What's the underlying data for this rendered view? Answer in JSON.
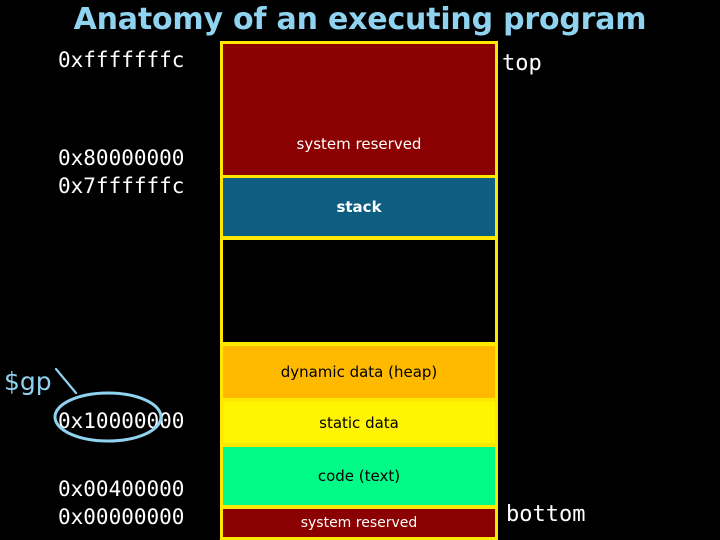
{
  "slide": {
    "title": "Anatomy of an executing program",
    "background_color": "#000000",
    "title_color": "#8FD3F0"
  },
  "edge_labels": {
    "top": "top",
    "bottom": "bottom"
  },
  "register_annotation": {
    "label": "$gp",
    "color": "#8FD3F0",
    "points_to_address": "0x10000000",
    "shape": "ellipse-with-leader-line"
  },
  "address_labels": [
    {
      "id": "fffffffc",
      "text": "0xfffffffc"
    },
    {
      "id": "80000000",
      "text": "0x80000000"
    },
    {
      "id": "7ffffffc",
      "text": "0x7ffffffc"
    },
    {
      "id": "10000000",
      "text": "0x10000000"
    },
    {
      "id": "00400000",
      "text": "0x00400000"
    },
    {
      "id": "00000000",
      "text": "0x00000000"
    }
  ],
  "memory_map": {
    "border_color": "#FFE800",
    "blocks": [
      {
        "id": "system-reserved-top",
        "label": "system reserved",
        "fill": "#8B0000",
        "text_color": "#FFFFFF"
      },
      {
        "id": "stack",
        "label": "stack",
        "fill": "#0D5E81",
        "text_color": "#FFFFFF"
      },
      {
        "id": "gap",
        "label": "",
        "fill": "#000000",
        "text_color": "#FFFFFF"
      },
      {
        "id": "heap",
        "label": "dynamic data (heap)",
        "fill": "#FFBA00",
        "text_color": "#000000"
      },
      {
        "id": "static",
        "label": "static data",
        "fill": "#FFF500",
        "text_color": "#000000"
      },
      {
        "id": "code",
        "label": "code (text)",
        "fill": "#00FB87",
        "text_color": "#000000"
      },
      {
        "id": "system-reserved-bottom",
        "label": "system reserved",
        "fill": "#8B0000",
        "text_color": "#FFFFFF"
      }
    ]
  }
}
